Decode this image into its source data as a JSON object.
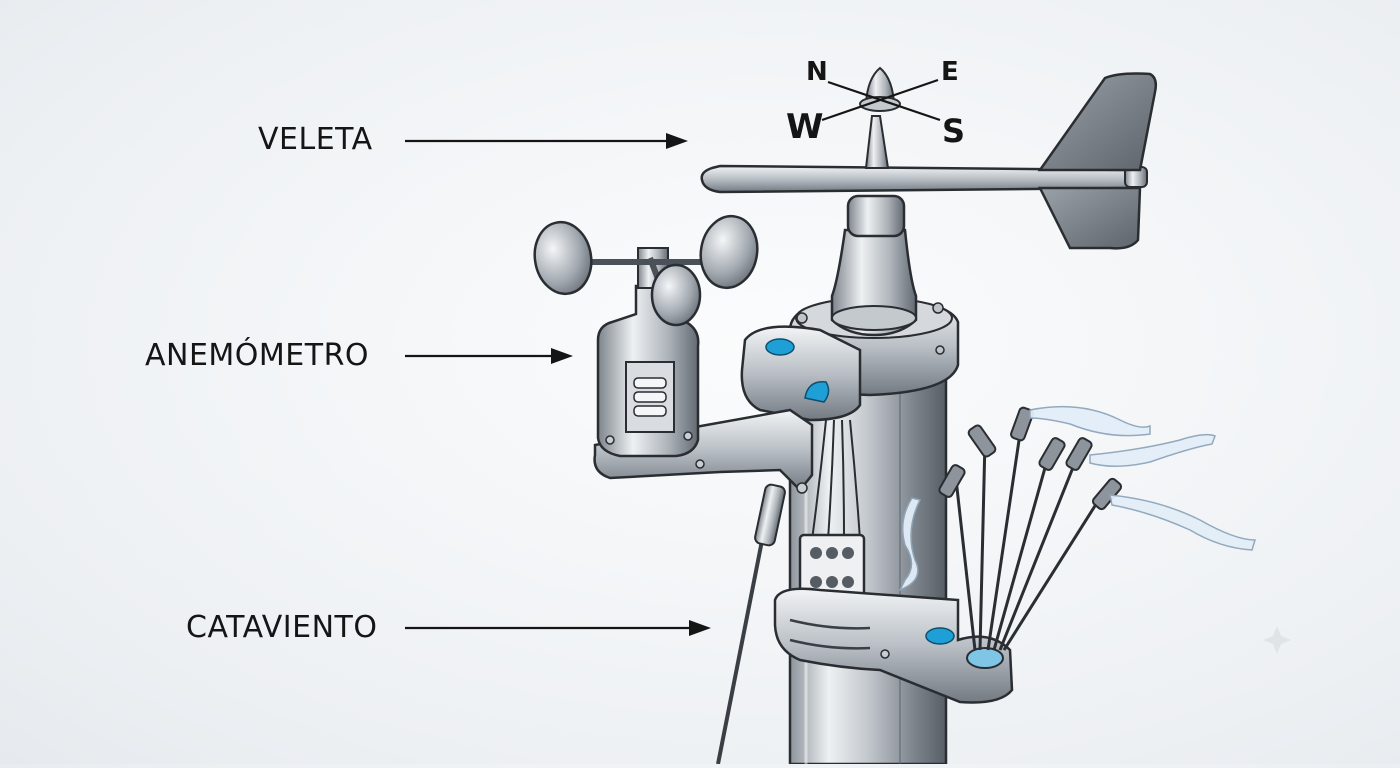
{
  "labels": {
    "veleta": "VELETA",
    "anemometro": "ANEMÓMETRO",
    "cataviento": "CATAVIENTO"
  },
  "compass": {
    "n": "N",
    "e": "E",
    "w": "W",
    "s": "S"
  },
  "colors": {
    "metal_light": "#e9ecef",
    "metal_mid": "#a9afb6",
    "metal_dark": "#5f666e",
    "outline": "#2a2d31",
    "accent_blue": "#1e9fd6",
    "ribbon": "#dbe9f5",
    "text": "#151515"
  }
}
